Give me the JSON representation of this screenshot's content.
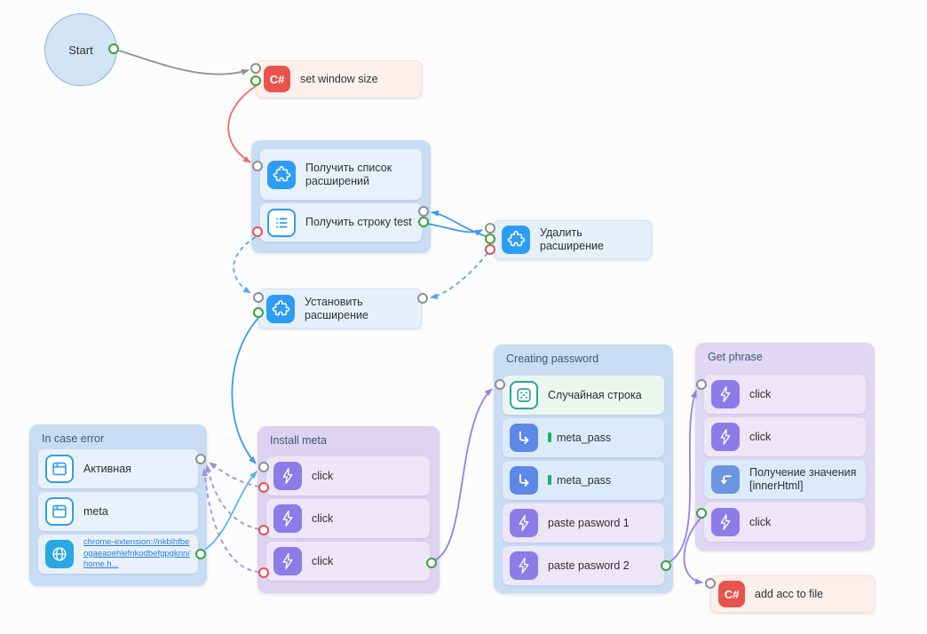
{
  "start": {
    "label": "Start"
  },
  "icons": {
    "csharp": "C#"
  },
  "nodes": {
    "set_window": {
      "label": "set window size"
    },
    "remove_ext": {
      "label": "Удалить расширение"
    },
    "install_ext": {
      "label": "Установить расширение"
    },
    "add_acc": {
      "label": "add acc to file"
    }
  },
  "groups": {
    "extensions": {
      "items": [
        {
          "label": "Получить список расширений"
        },
        {
          "label": "Получить строку test"
        }
      ]
    },
    "in_case_error": {
      "title": "In case error",
      "items": [
        {
          "label": "Активная"
        },
        {
          "label": "meta"
        },
        {
          "label": "chrome-extension://nkbihfbeogaeaoehlefnkodbefgpgknn/home.h..."
        }
      ]
    },
    "install_meta": {
      "title": "Install meta",
      "items": [
        {
          "label": "click"
        },
        {
          "label": "click"
        },
        {
          "label": "click"
        }
      ]
    },
    "creating_password": {
      "title": "Creating password",
      "items": [
        {
          "label": "Случайная строка"
        },
        {
          "label": "meta_pass"
        },
        {
          "label": "meta_pass"
        },
        {
          "label": "paste pasword 1"
        },
        {
          "label": "paste pasword 2"
        }
      ]
    },
    "get_phrase": {
      "title": "Get phrase",
      "items": [
        {
          "label": "click"
        },
        {
          "label": "click"
        },
        {
          "label": "Получение значения [innerHtml]"
        },
        {
          "label": "click"
        }
      ]
    }
  },
  "colors": {
    "icon_blue": "#2d9cf4",
    "icon_purple": "#8d7ce7",
    "icon_red": "#e9534e",
    "icon_teal": "#27a79a",
    "icon_globe_blue": "#29a8e4",
    "edge_gray": "#909090",
    "edge_red": "#ef6b63",
    "edge_blue": "#3d9bed",
    "edge_cyan": "#55b7f2",
    "edge_purple": "#9183e2",
    "port_green": "#3aa23c",
    "port_red": "#e5504e",
    "var_badge_green": "#17b26a"
  }
}
